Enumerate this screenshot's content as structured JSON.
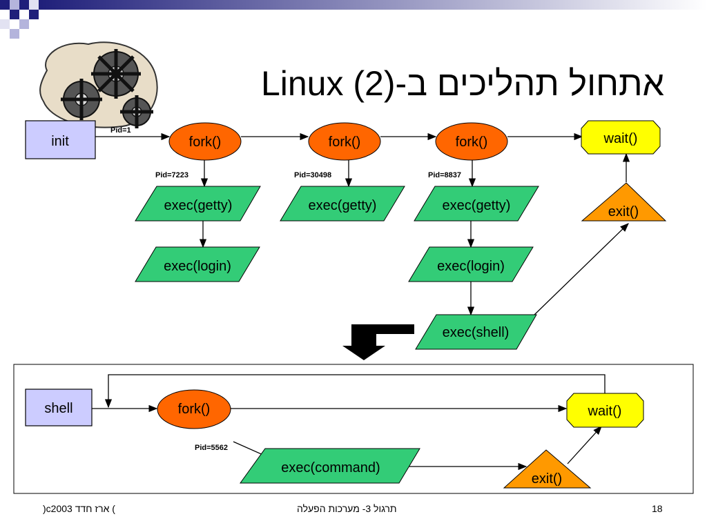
{
  "slide": {
    "title": "אתחול תהליכים ב-Linux (2)",
    "footer_left": ")c2003 ארז חדד (",
    "footer_center": "תרגול 3- מערכות הפעלה",
    "page_number": "18"
  },
  "diagram_top": {
    "init_label": "init",
    "pid_init": "Pid=1",
    "fork_labels": [
      "fork()",
      "fork()",
      "fork()"
    ],
    "pid_children": [
      "Pid=7223",
      "Pid=30498",
      "Pid=8837"
    ],
    "exec_getty": [
      "exec(getty)",
      "exec(getty)",
      "exec(getty)"
    ],
    "exec_login": [
      "exec(login)",
      "exec(login)"
    ],
    "exec_shell": "exec(shell)",
    "wait_label": "wait()",
    "exit_label": "exit()"
  },
  "diagram_bottom": {
    "shell_label": "shell",
    "fork_label": "fork()",
    "pid_child": "Pid=5562",
    "exec_command": "exec(command)",
    "wait_label": "wait()",
    "exit_label": "exit()"
  },
  "colors": {
    "header_bar": "#1f1f7a",
    "box_fill": "#ccccff",
    "fork_fill": "#ff6600",
    "exec_fill": "#33cc77",
    "wait_fill": "#ffff00",
    "exit_fill": "#ff9900"
  }
}
